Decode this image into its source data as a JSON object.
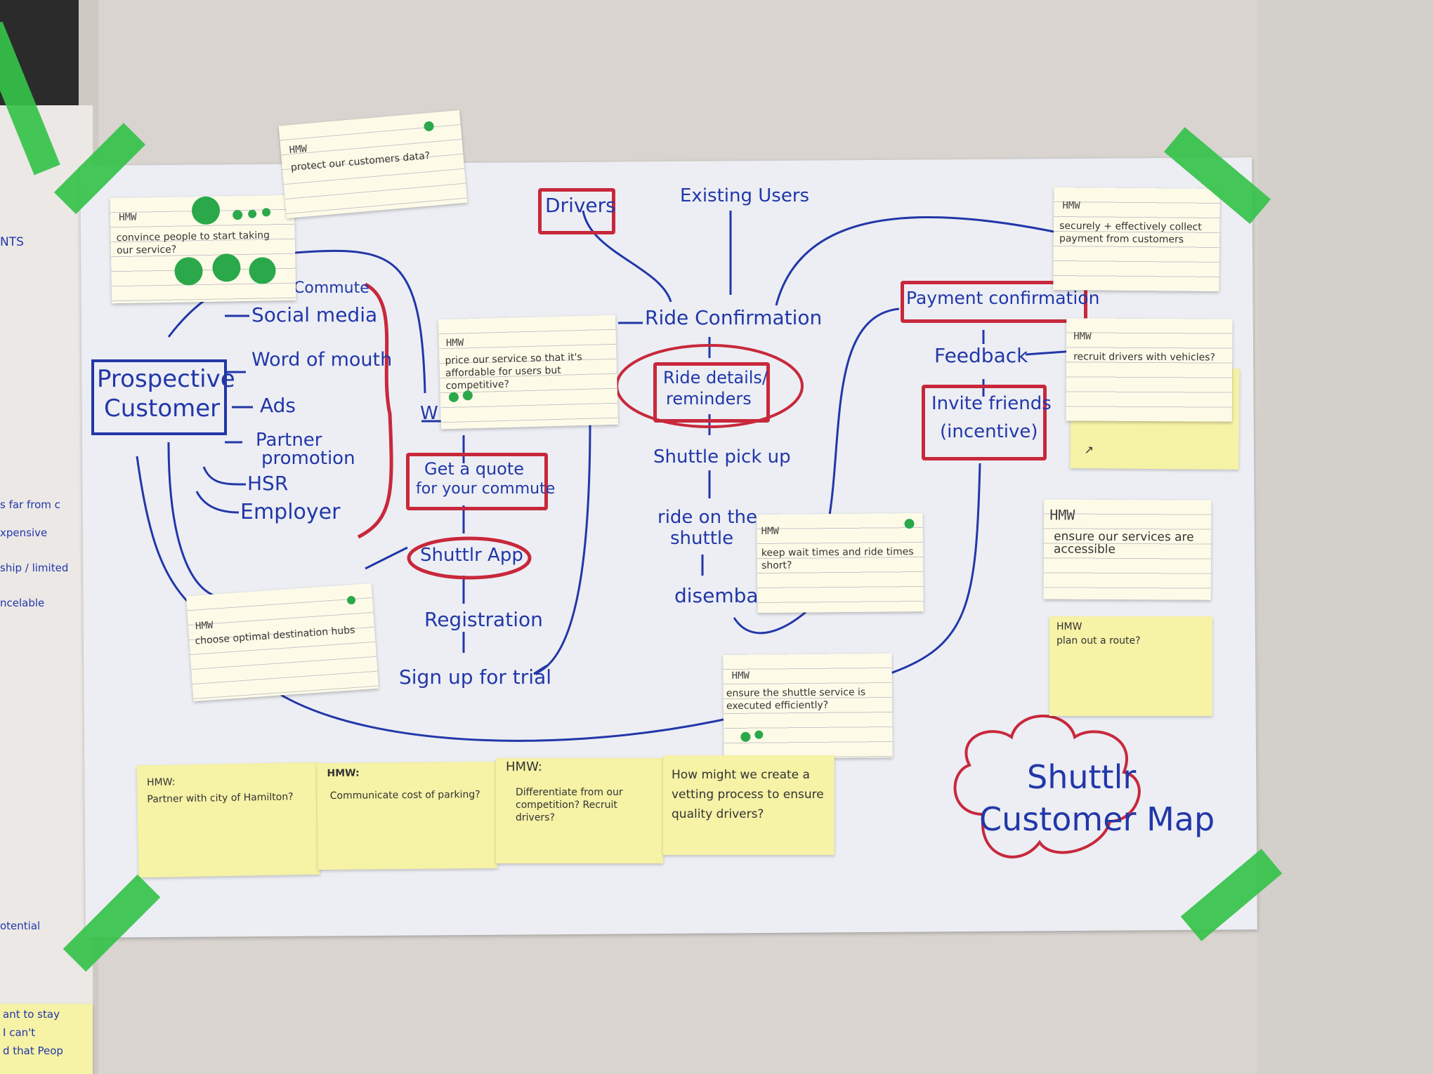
{
  "left_sheet": {
    "fragments": [
      "NTS",
      "s far from c",
      "xpensive",
      "ship / limited",
      "ncelable",
      "otential",
      "ant to stay",
      "I can't",
      "d that Peop"
    ]
  },
  "map": {
    "title_line1": "Shuttlr",
    "title_line2": "Customer Map",
    "prospective_line1": "Prospective",
    "prospective_line2": "Customer",
    "channels": [
      "Commute",
      "Social media",
      "Word of mouth",
      "Ads",
      "Partner",
      "promotion",
      "HSR",
      "Employer"
    ],
    "w_fragment": "W",
    "get_quote_line1": "Get a quote",
    "get_quote_line2": "for your commute",
    "app": "Shuttlr App",
    "registration": "Registration",
    "signup": "Sign up for trial",
    "drivers": "Drivers",
    "existing_users": "Existing Users",
    "ride_confirmation": "Ride Confirmation",
    "ride_details_line1": "Ride details/",
    "ride_details_line2": "reminders",
    "pickup": "Shuttle pick up",
    "ride_line1": "ride on the",
    "ride_line2": "shuttle",
    "disembark": "disembark",
    "payment": "Payment confirmation",
    "feedback": "Feedback",
    "invite_line1": "Invite friends",
    "invite_line2": "(incentive)"
  },
  "notes": [
    {
      "label": "HMW",
      "text": "convince people to start taking our service?"
    },
    {
      "label": "HMW",
      "text": "protect our customers data?"
    },
    {
      "label": "HMW",
      "text": "price our service so that it's affordable for users but competitive?"
    },
    {
      "label": "HMW",
      "text": "choose optimal destination hubs"
    },
    {
      "label": "HMW",
      "text": "keep wait times and ride times short?"
    },
    {
      "label": "HMW",
      "text": "ensure the shuttle service is executed efficiently?"
    },
    {
      "label": "HMW",
      "text": "securely + effectively collect payment from customers"
    },
    {
      "label": "HMW",
      "text": "recruit drivers with vehicles?"
    },
    {
      "label": "HMW",
      "text": "ensure our services are accessible"
    }
  ],
  "stickies": [
    {
      "label": "HMW:",
      "text": "Partner with city of Hamilton?"
    },
    {
      "label": "HMW:",
      "text": "Communicate cost of parking?"
    },
    {
      "label": "HMW:",
      "text": "Differentiate from our competition? Recruit drivers?"
    },
    {
      "label": "",
      "text": "How might we create a vetting process to ensure quality drivers?"
    },
    {
      "label": "HMW",
      "text": "plan out a route?"
    },
    {
      "label": "",
      "text": "↗"
    }
  ],
  "colors": {
    "ink_blue": "#2237a8",
    "ink_red": "#c8283b",
    "tape": "#35c24a",
    "dot": "#2aa84a"
  }
}
